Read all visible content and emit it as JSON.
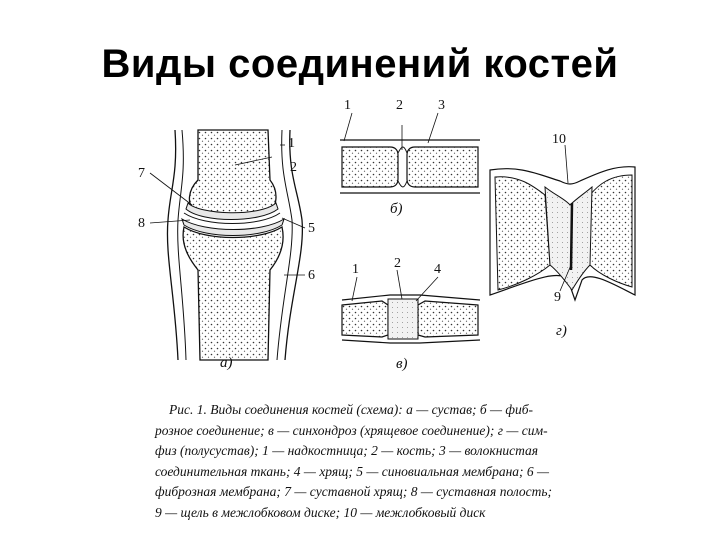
{
  "title": "Виды соединений костей",
  "figure": {
    "labels": {
      "n1": "1",
      "n2": "2",
      "n3": "3",
      "n4": "4",
      "n5": "5",
      "n6": "6",
      "n7": "7",
      "n8": "8",
      "n9": "9",
      "n10": "10"
    },
    "panels": {
      "a": "а)",
      "b": "б)",
      "v": "в)",
      "g": "г)"
    }
  },
  "caption": {
    "lines": [
      "Рис. 1. Виды соединения костей (схема): а — сустав; б — фиб-",
      "розное соединение; в — синхондроз (хрящевое соединение); г — сим-",
      "физ (полусустав); 1 — надкостница; 2 — кость; 3 — волокнистая",
      "соединительная ткань; 4 — хрящ; 5 — синовиальная мембрана; 6 —",
      "фиброзная мембрана; 7 — суставной хрящ; 8 — суставная полость;",
      "9 — щель в межлобковом диске; 10 — межлобковый диск"
    ]
  }
}
